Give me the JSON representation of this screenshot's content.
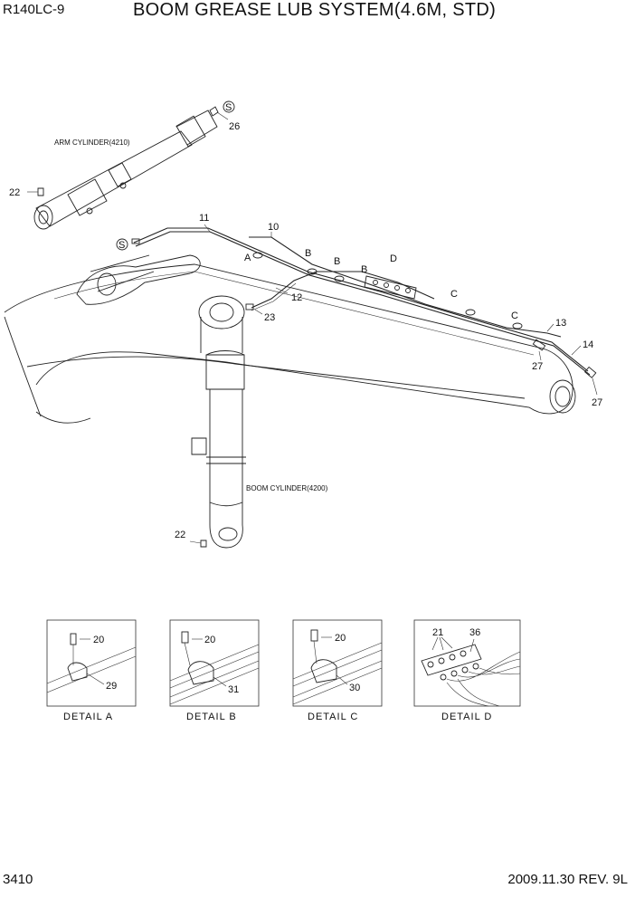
{
  "header": {
    "model": "R140LC-9",
    "title": "BOOM GREASE LUB SYSTEM(4.6M, STD)"
  },
  "footer": {
    "page_number": "3410",
    "revision": "2009.11.30 REV. 9L"
  },
  "components": {
    "arm_cylinder": "ARM CYLINDER(4210)",
    "boom_cylinder": "BOOM CYLINDER(4200)"
  },
  "callouts": {
    "c26": "26",
    "c22a": "22",
    "c11": "11",
    "c10": "10",
    "c12": "12",
    "c23": "23",
    "c13": "13",
    "c14": "14",
    "c27a": "27",
    "c27b": "27",
    "c22b": "22"
  },
  "section_marks": {
    "s1": "S",
    "s2": "S",
    "a": "A",
    "b1": "B",
    "b2": "B",
    "b3": "B",
    "c1": "C",
    "c2": "C",
    "d": "D"
  },
  "details": [
    {
      "title": "DETAIL  A",
      "parts": [
        "20",
        "29"
      ]
    },
    {
      "title": "DETAIL  B",
      "parts": [
        "20",
        "31"
      ]
    },
    {
      "title": "DETAIL  C",
      "parts": [
        "20",
        "30"
      ]
    },
    {
      "title": "DETAIL  D",
      "parts": [
        "21",
        "36"
      ]
    }
  ]
}
